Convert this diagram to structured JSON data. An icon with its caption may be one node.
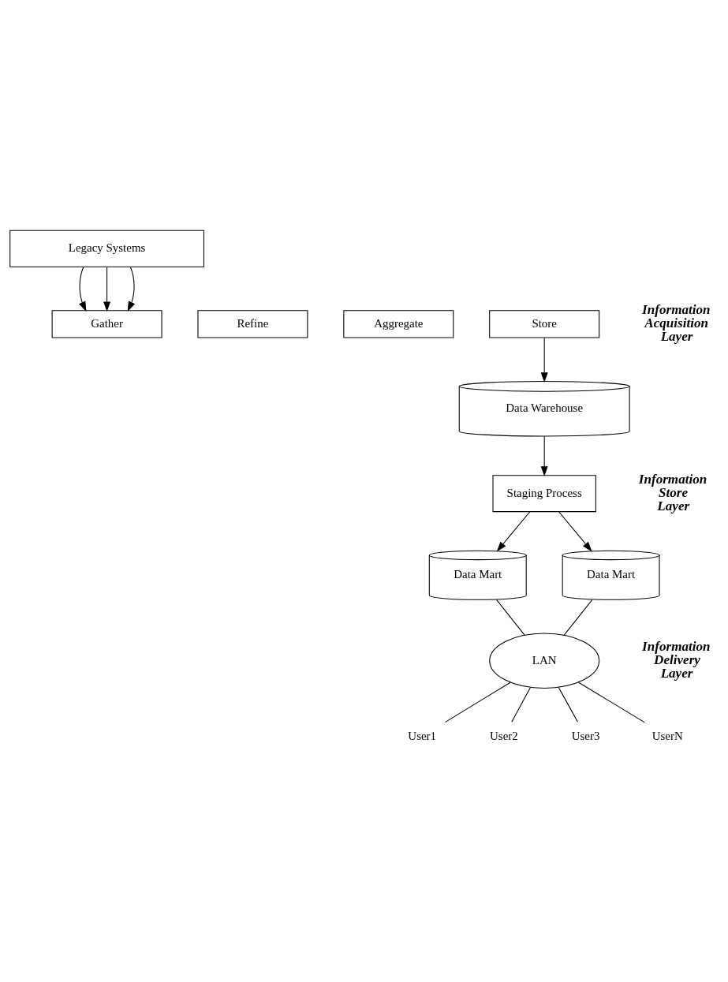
{
  "diagram": {
    "nodes": [
      {
        "text": [
          "Legacy Systems"
        ]
      },
      {
        "text": [
          "Gather"
        ]
      },
      {
        "text": [
          "Refine"
        ]
      },
      {
        "text": [
          "Aggregate"
        ]
      },
      {
        "text": [
          "Store"
        ]
      },
      {
        "text": [
          "Data Warehouse"
        ]
      },
      {
        "text": [
          "Staging Process"
        ]
      },
      {
        "text": [
          "Data Mart"
        ]
      },
      {
        "text": [
          "Data Mart"
        ]
      },
      {
        "text": [
          "LAN"
        ]
      },
      {
        "text": [
          "User1"
        ]
      },
      {
        "text": [
          "User2"
        ]
      },
      {
        "text": [
          "User3"
        ]
      },
      {
        "text": [
          "UserN"
        ]
      }
    ],
    "edges": [
      {
        "from": 0,
        "to": 1,
        "arrow": "to"
      },
      {
        "from": 0,
        "to": 1,
        "arrow": "to"
      },
      {
        "from": 0,
        "to": 1,
        "arrow": "to"
      },
      {
        "from": 4,
        "to": 5,
        "arrow": "to"
      },
      {
        "from": 5,
        "to": 6,
        "arrow": "to"
      },
      {
        "from": 6,
        "to": 7,
        "arrow": "to"
      },
      {
        "from": 6,
        "to": 8,
        "arrow": "to"
      },
      {
        "from": 7,
        "to": 9,
        "arrow": "none"
      },
      {
        "from": 8,
        "to": 9,
        "arrow": "none"
      },
      {
        "from": 9,
        "to": 10,
        "arrow": "none"
      },
      {
        "from": 9,
        "to": 11,
        "arrow": "none"
      },
      {
        "from": 9,
        "to": 12,
        "arrow": "none"
      },
      {
        "from": 9,
        "to": 13,
        "arrow": "none"
      }
    ],
    "labels": [
      "Information Acquisition Layer",
      "Information Store Layer",
      "Information Delivery Layer"
    ]
  }
}
